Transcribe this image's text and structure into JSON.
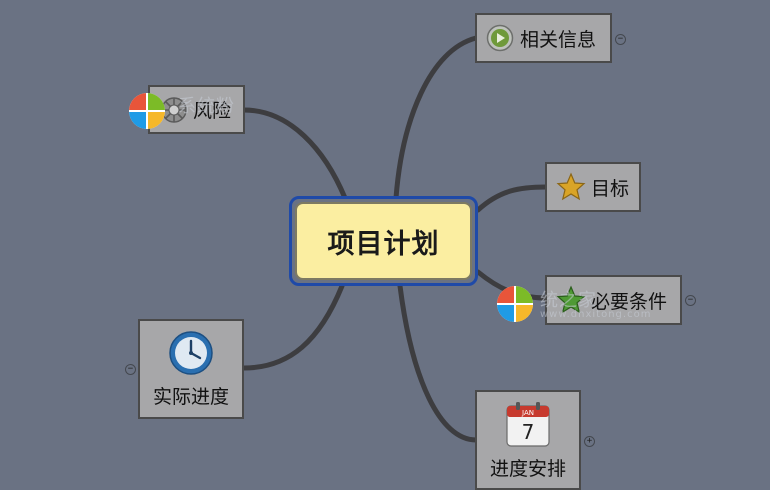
{
  "map": {
    "central": {
      "label": "项目计划"
    },
    "topics": {
      "related_info": {
        "label": "相关信息",
        "toggle": "−"
      },
      "risk": {
        "label": "风险"
      },
      "goal": {
        "label": "目标"
      },
      "prerequisites": {
        "label": "必要条件",
        "toggle": "−"
      },
      "actual_progress": {
        "label": "实际进度",
        "toggle": "−"
      },
      "schedule": {
        "label": "进度安排",
        "toggle": "+"
      }
    },
    "calendar_icon": {
      "month": "JAN",
      "day": "7"
    }
  },
  "watermark": {
    "logo_colors": [
      "#e8553a",
      "#7cbb27",
      "#1f9be6",
      "#f6b82a"
    ],
    "text_a": "系统粉",
    "text_b": "统之家",
    "url": "www.dnxitong.com"
  },
  "icons": {
    "related_info": "play-icon",
    "risk": "wheel-icon",
    "goal": "star-icon",
    "prerequisites": "star-icon",
    "actual_progress": "clock-icon",
    "schedule": "calendar-icon"
  },
  "colors": {
    "background": "#6a7283",
    "node_fill": "#a7a7a9",
    "central_fill": "#fbeea1",
    "central_border": "#1f4aa8",
    "branch": "#3d3d40"
  }
}
